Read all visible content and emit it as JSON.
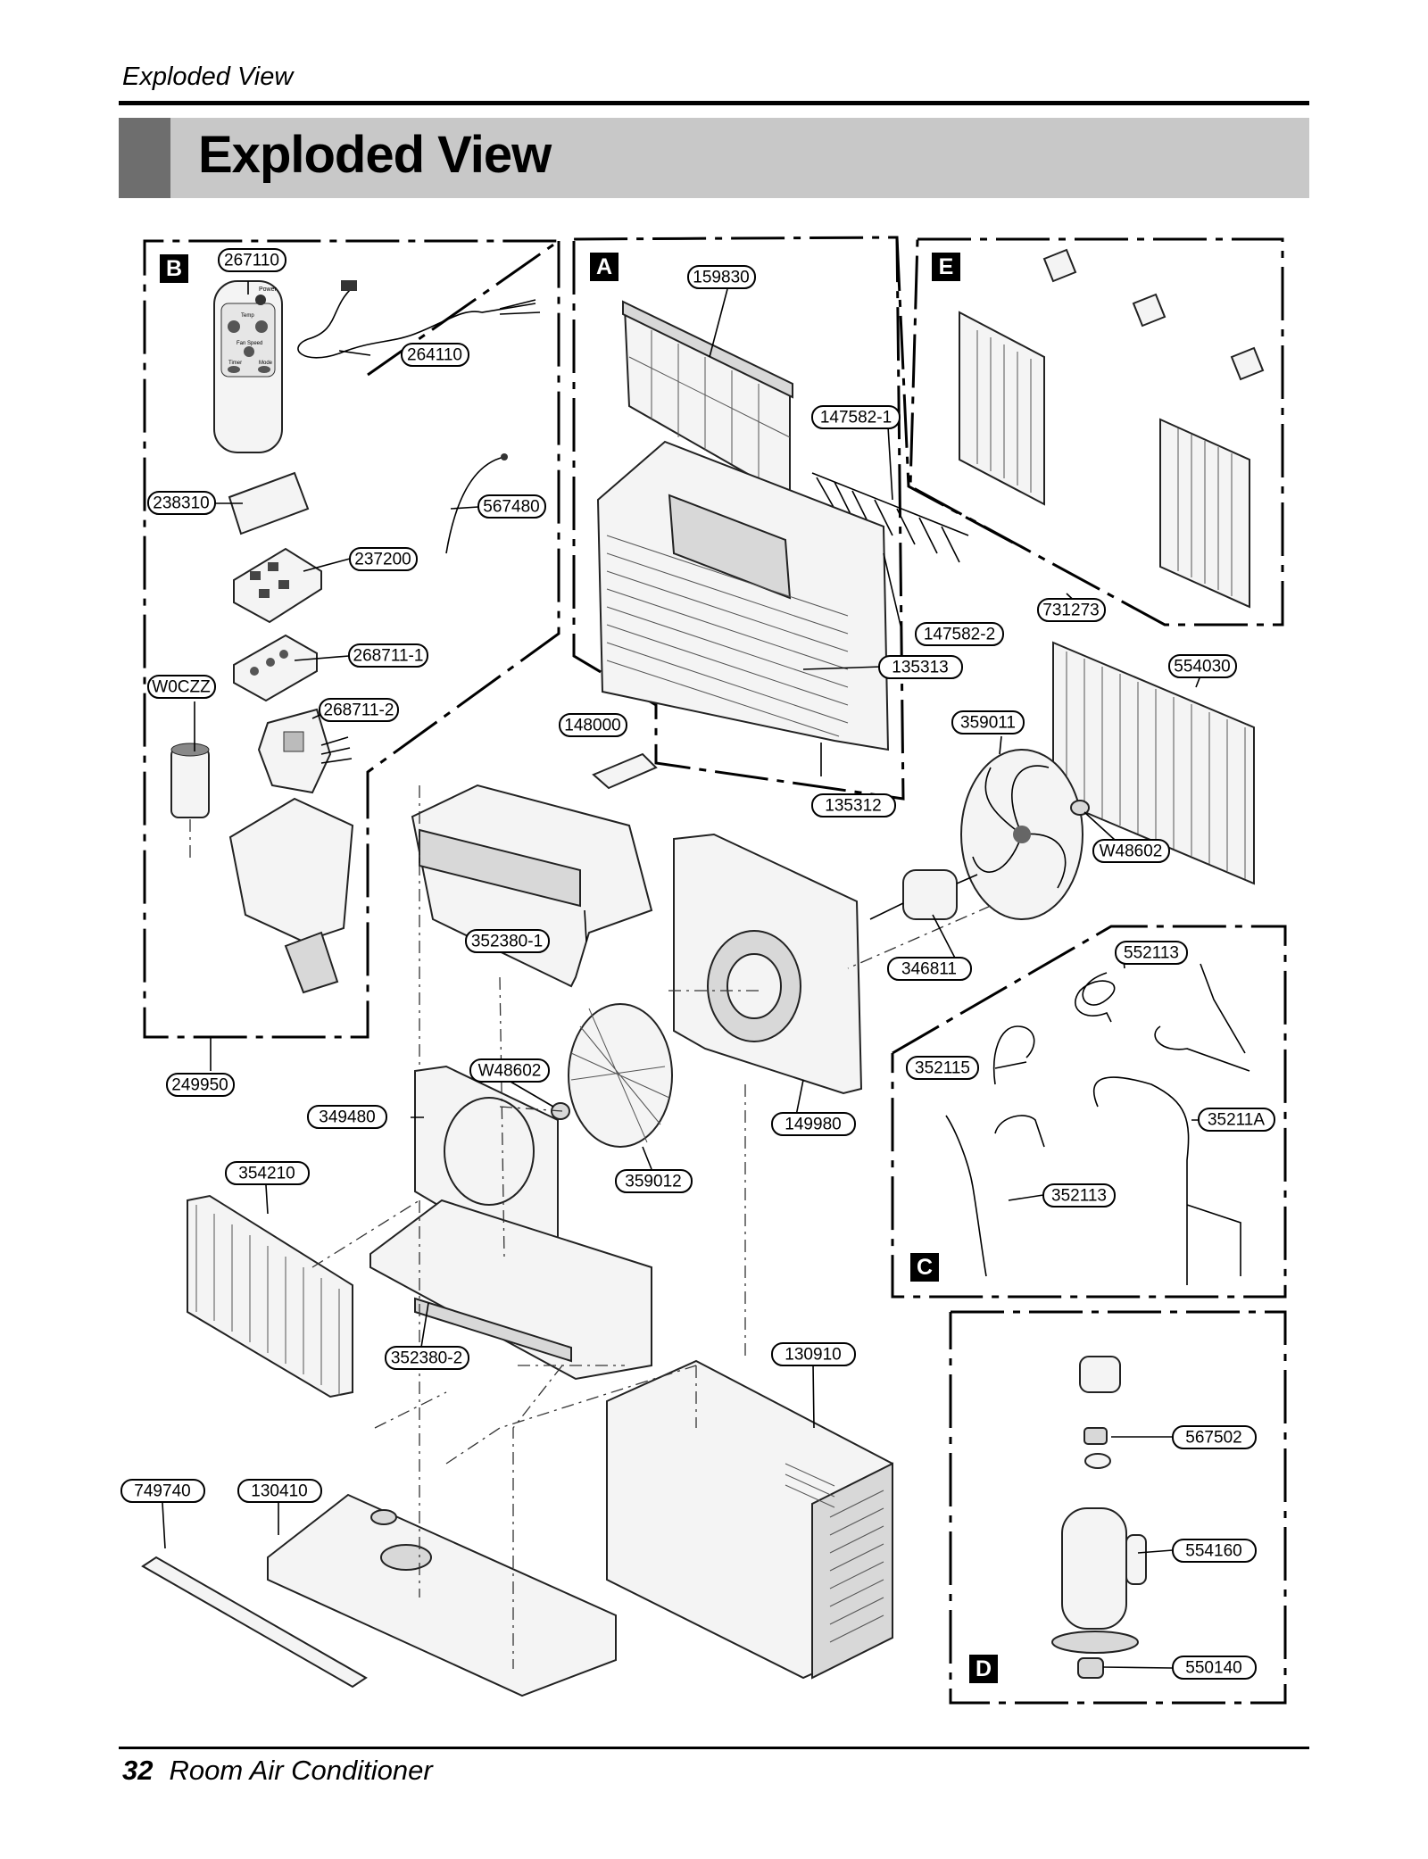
{
  "header": {
    "running_title": "Exploded View",
    "section_title": "Exploded View"
  },
  "footer": {
    "page_number": "32",
    "publication": "Room Air Conditioner"
  },
  "sections": {
    "a": "A",
    "b": "B",
    "c": "C",
    "d": "D",
    "e": "E"
  },
  "parts": {
    "p267110": "267110",
    "p264110": "264110",
    "p238310": "238310",
    "p567480": "567480",
    "p237200": "237200",
    "p268711_1": "268711-1",
    "p268711_2": "268711-2",
    "pW0CZZ": "W0CZZ",
    "p249950": "249950",
    "p159830": "159830",
    "p147582_1": "147582-1",
    "p147582_2": "147582-2",
    "p135313": "135313",
    "p135312": "135312",
    "p148000": "148000",
    "p731273": "731273",
    "p554030": "554030",
    "p359011": "359011",
    "pW48602a": "W48602",
    "p352380_1": "352380-1",
    "p346811": "346811",
    "p552113": "552113",
    "p352115": "352115",
    "p35211A": "35211A",
    "p352113": "352113",
    "pW48602b": "W48602",
    "p349480": "349480",
    "p149980": "149980",
    "p359012": "359012",
    "p354210": "354210",
    "p352380_2": "352380-2",
    "p130910": "130910",
    "p567502": "567502",
    "p749740": "749740",
    "p130410": "130410",
    "p554160": "554160",
    "p550140": "550140"
  },
  "remote_text": {
    "power": "Power",
    "temp": "Temp",
    "fan_speed": "Fan Speed",
    "timer": "Timer",
    "mode": "Mode"
  }
}
